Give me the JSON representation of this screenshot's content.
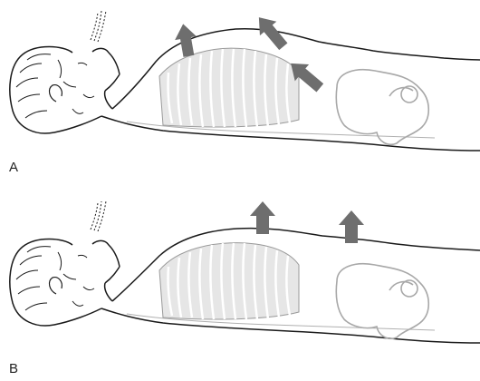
{
  "figure": {
    "panels": [
      {
        "label": "A",
        "movement": "paradoxical"
      },
      {
        "label": "B",
        "movement": "synchronous"
      }
    ]
  },
  "colors": {
    "outline": "#1a1a1a",
    "rib_fill": "#e6e6e6",
    "rib_stroke": "#9a9a9a",
    "pelvis_stroke": "#a8a8a8",
    "arrow": "#6e6e6e"
  },
  "icons": {
    "breath": "breath-lines-icon",
    "motion": "motion-arrow-icon"
  }
}
